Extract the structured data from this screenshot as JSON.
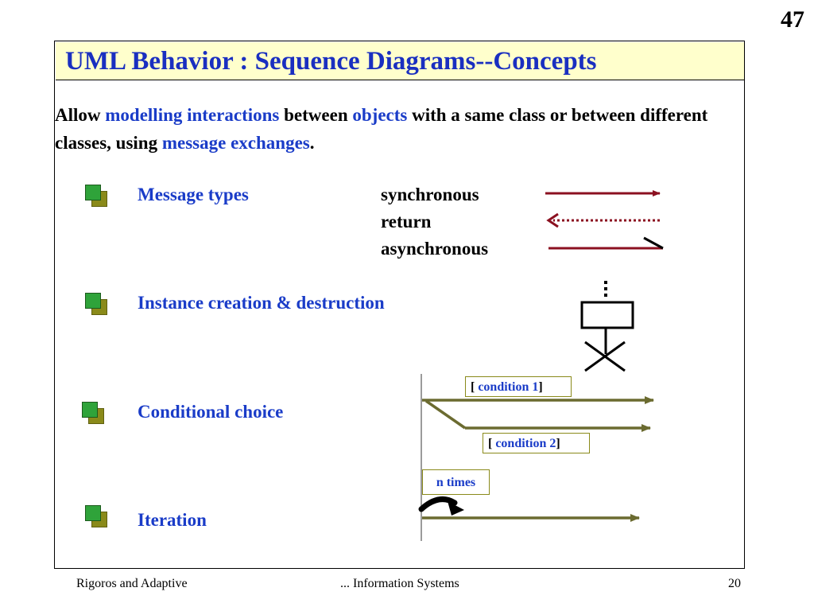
{
  "page_number": "47",
  "title": "UML Behavior : Sequence Diagrams--Concepts",
  "intro": {
    "t1": "Allow ",
    "h1": "modelling interactions",
    "t2": " between ",
    "h2": "objects",
    "t3": " with a same class or between different classes, using ",
    "h3": "message exchanges",
    "t4": "."
  },
  "bullets": [
    {
      "label": "Message types"
    },
    {
      "label": "Instance creation & destruction"
    },
    {
      "label": "Conditional choice"
    },
    {
      "label": "Iteration"
    }
  ],
  "message_types": [
    "synchronous",
    "return",
    "asynchronous"
  ],
  "conditions": [
    {
      "open": "[ ",
      "label": "condition 1",
      "close": "]"
    },
    {
      "open": "[ ",
      "label": "condition 2",
      "close": "]"
    }
  ],
  "iteration_label": "n times",
  "colors": {
    "title": "#1a2fc0",
    "title_bg": "#ffffcc",
    "highlight": "#1a3cc8",
    "message_arrow": "#8b1020",
    "olive_arrow": "#6b6b30",
    "bullet_front": "#2fa33a",
    "bullet_back": "#8a8a1a"
  },
  "footer": {
    "left": "Rigoros and Adaptive",
    "center": "... Information Systems",
    "right": "20"
  }
}
